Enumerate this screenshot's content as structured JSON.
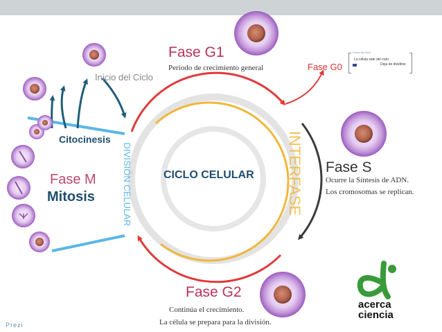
{
  "cycle": {
    "center_label": "CICLO CELULAR",
    "interfase_label": "INTERFASE",
    "division_label": "DIVISIÓN CELULAR"
  },
  "phases": {
    "g1": {
      "title": "Fase G1",
      "description": "Período de crecimiento general"
    },
    "g0": {
      "title": "Fase G0",
      "box_header": "Fuera del ciclo",
      "box_line1": "La célula sale del ciclo",
      "box_line2": "Deja de dividirse"
    },
    "s": {
      "title": "Fase S",
      "description_1": "Ocurre la Síntesis de ADN.",
      "description_2": "Los cromosomas se replican."
    },
    "g2": {
      "title": "Fase G2",
      "description_1": "Continúa el crecimiento.",
      "description_2": "La célula se prepara para la división."
    },
    "m": {
      "title": "Fase M",
      "subtitle": "Mitosis"
    }
  },
  "labels": {
    "citocinesis": "Citocinesis",
    "inicio": "Inicio del Ciclo"
  },
  "footer": {
    "prezi": "Prezi"
  },
  "logo": {
    "line1": "acerca",
    "line2": "ciencia"
  },
  "colors": {
    "red_arrow": "#e03a3a",
    "dark_arrow": "#3a3a3a",
    "yellow_arc": "#f2b63a",
    "blue_line": "#5bb7e6",
    "teal_arrow": "#1f5d79",
    "ring_gray": "#d9d9d9",
    "cell_outer": "#a66cc4",
    "cell_nucleus": "#c0705a",
    "logo_green": "#3a9a3a",
    "brand_pink": "#b8325a",
    "navy": "#1e4e6e"
  }
}
